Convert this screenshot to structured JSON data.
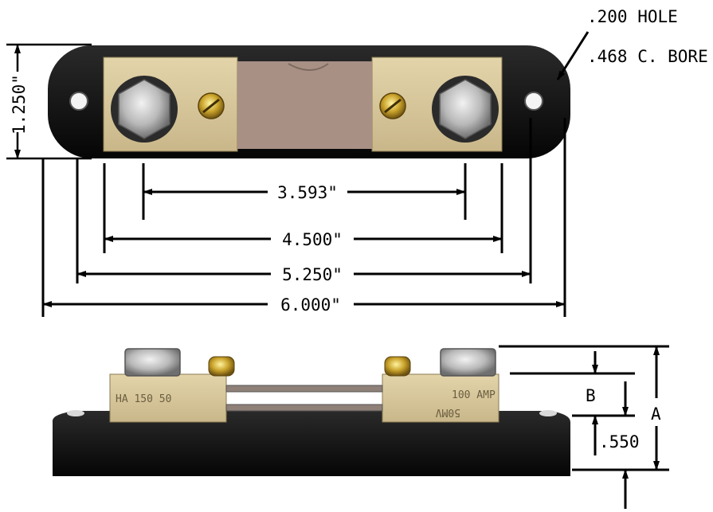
{
  "top_view": {
    "hole_note_line1": ".200 HOLE",
    "hole_note_line2": ".468 C. BORE",
    "height_dim": "1.250\"",
    "dims": [
      {
        "label": "3.593\""
      },
      {
        "label": "4.500\""
      },
      {
        "label": "5.250\""
      },
      {
        "label": "6.000\""
      }
    ]
  },
  "side_view": {
    "block_left_marking": "HA 150 50",
    "block_right_marking_line1": "100 AMP",
    "block_right_marking_line2": "50MV",
    "dim_b": "B",
    "dim_a": "A",
    "dim_base": ".550"
  },
  "colors": {
    "base_black": "#111111",
    "brass_block": "#d8c79c",
    "manganin_strip": "#a89085",
    "line": "#000000"
  }
}
